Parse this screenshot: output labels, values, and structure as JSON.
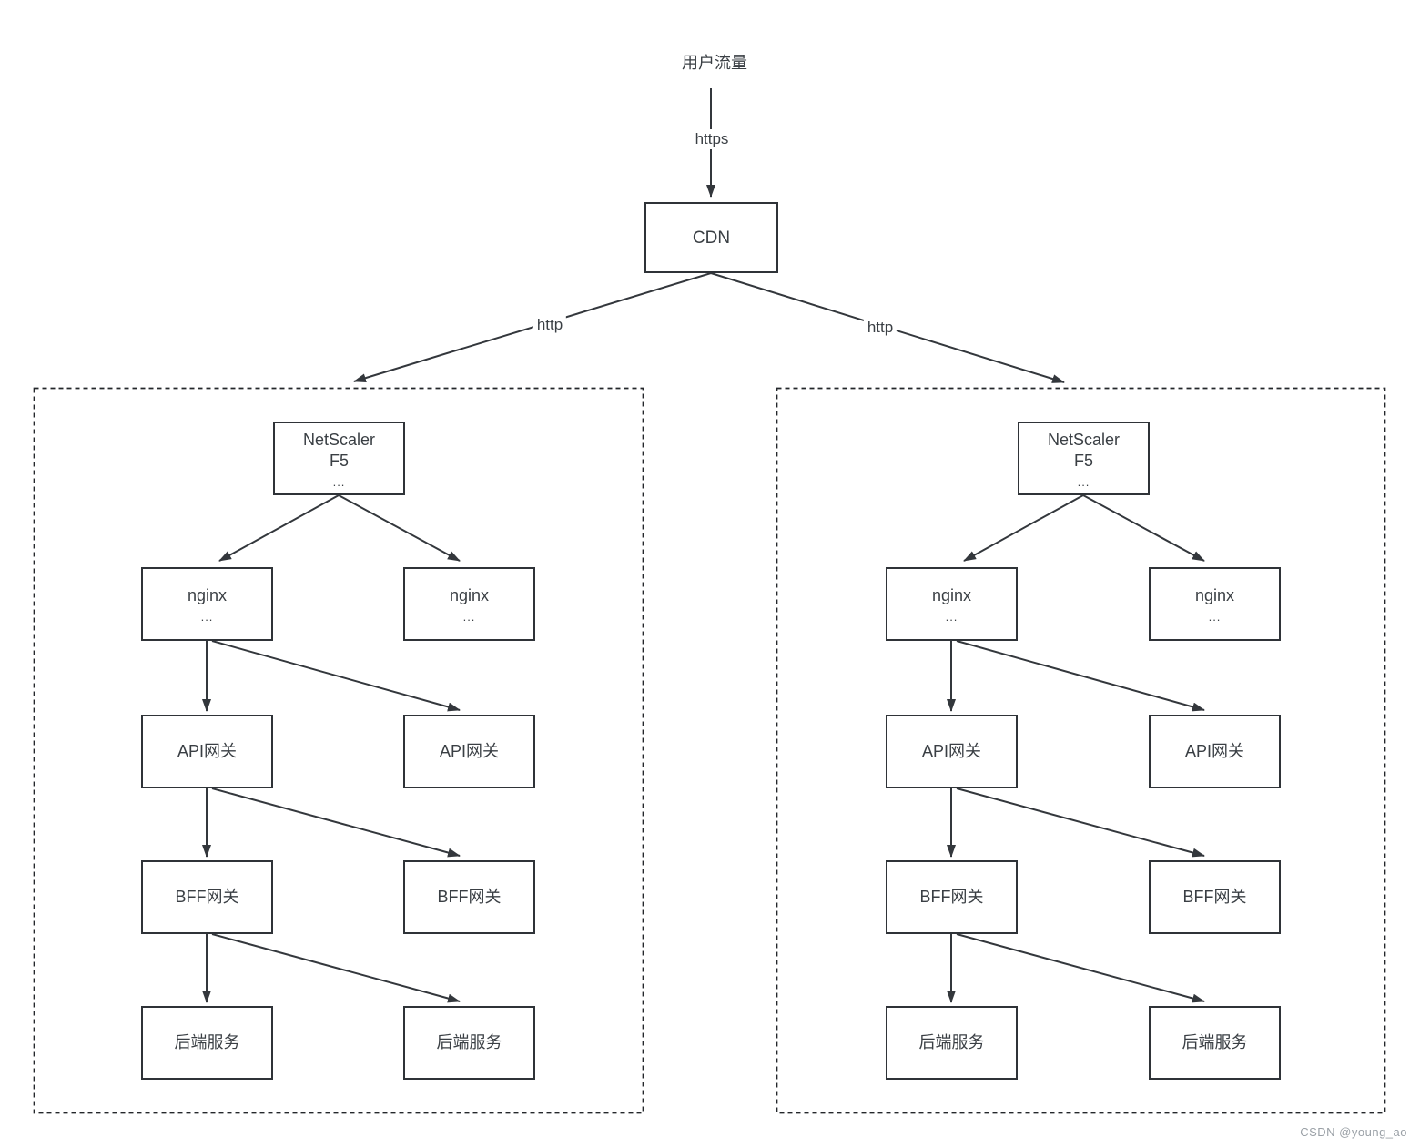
{
  "source_label": "用户流量",
  "edge_labels": {
    "https": "https",
    "http_left": "http",
    "http_right": "http"
  },
  "cdn_label": "CDN",
  "clusters": [
    {
      "netscaler": {
        "line1": "NetScaler",
        "line2": "F5",
        "ellipsis": "..."
      },
      "nginx_left": {
        "label": "nginx",
        "ellipsis": "..."
      },
      "nginx_right": {
        "label": "nginx",
        "ellipsis": "..."
      },
      "api_left": "API网关",
      "api_right": "API网关",
      "bff_left": "BFF网关",
      "bff_right": "BFF网关",
      "backend_left": "后端服务",
      "backend_right": "后端服务"
    },
    {
      "netscaler": {
        "line1": "NetScaler",
        "line2": "F5",
        "ellipsis": "..."
      },
      "nginx_left": {
        "label": "nginx",
        "ellipsis": "..."
      },
      "nginx_right": {
        "label": "nginx",
        "ellipsis": "..."
      },
      "api_left": "API网关",
      "api_right": "API网关",
      "bff_left": "BFF网关",
      "bff_right": "BFF网关",
      "backend_left": "后端服务",
      "backend_right": "后端服务"
    }
  ],
  "colors": {
    "line": "#33373c",
    "box_border": "#2f3338",
    "text": "#3a3f44",
    "watermark": "#9aa0a6"
  },
  "watermark": "CSDN @young_ao"
}
